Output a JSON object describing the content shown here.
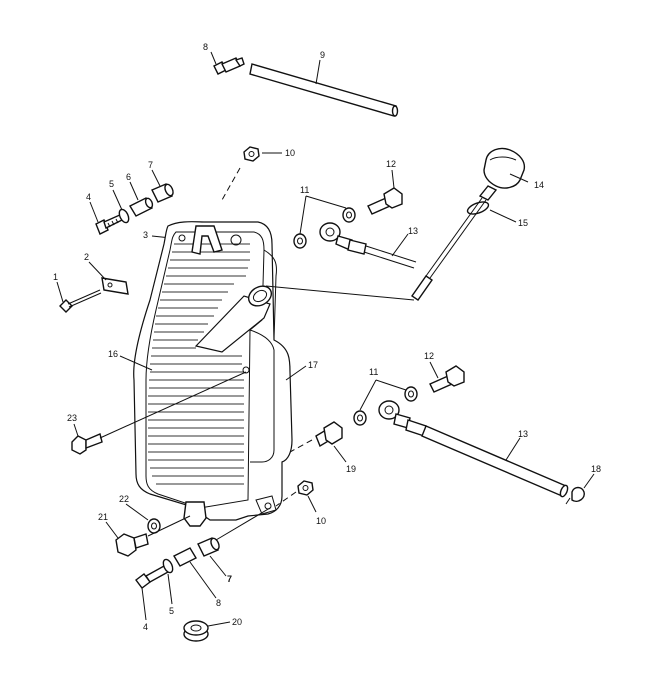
{
  "diagram": {
    "labels": [
      "1",
      "2",
      "3",
      "4",
      "5",
      "6",
      "7",
      "8",
      "9",
      "10",
      "11",
      "12",
      "13",
      "14",
      "15",
      "16",
      "17",
      "18",
      "19",
      "20",
      "21",
      "22",
      "23"
    ],
    "callouts": [
      {
        "id": "c1",
        "text": "1"
      },
      {
        "id": "c2",
        "text": "2"
      },
      {
        "id": "c3",
        "text": "3"
      },
      {
        "id": "c4a",
        "text": "4"
      },
      {
        "id": "c5a",
        "text": "5"
      },
      {
        "id": "c6a",
        "text": "6"
      },
      {
        "id": "c7a",
        "text": "7"
      },
      {
        "id": "c8",
        "text": "8"
      },
      {
        "id": "c9",
        "text": "9"
      },
      {
        "id": "c10a",
        "text": "10"
      },
      {
        "id": "c11a",
        "text": "11"
      },
      {
        "id": "c12a",
        "text": "12"
      },
      {
        "id": "c13a",
        "text": "13"
      },
      {
        "id": "c14",
        "text": "14"
      },
      {
        "id": "c15",
        "text": "15"
      },
      {
        "id": "c16",
        "text": "16"
      },
      {
        "id": "c17",
        "text": "17"
      },
      {
        "id": "c23",
        "text": "23"
      },
      {
        "id": "c12b",
        "text": "12"
      },
      {
        "id": "c11b",
        "text": "11"
      },
      {
        "id": "c13b",
        "text": "13"
      },
      {
        "id": "c18",
        "text": "18"
      },
      {
        "id": "c19",
        "text": "19"
      },
      {
        "id": "c10b",
        "text": "10"
      },
      {
        "id": "c22",
        "text": "22"
      },
      {
        "id": "c21",
        "text": "21"
      },
      {
        "id": "c7b",
        "text": "7"
      },
      {
        "id": "c8b",
        "text": "8"
      },
      {
        "id": "c5b",
        "text": "5"
      },
      {
        "id": "c4b",
        "text": "4"
      },
      {
        "id": "c20",
        "text": "20"
      }
    ]
  }
}
